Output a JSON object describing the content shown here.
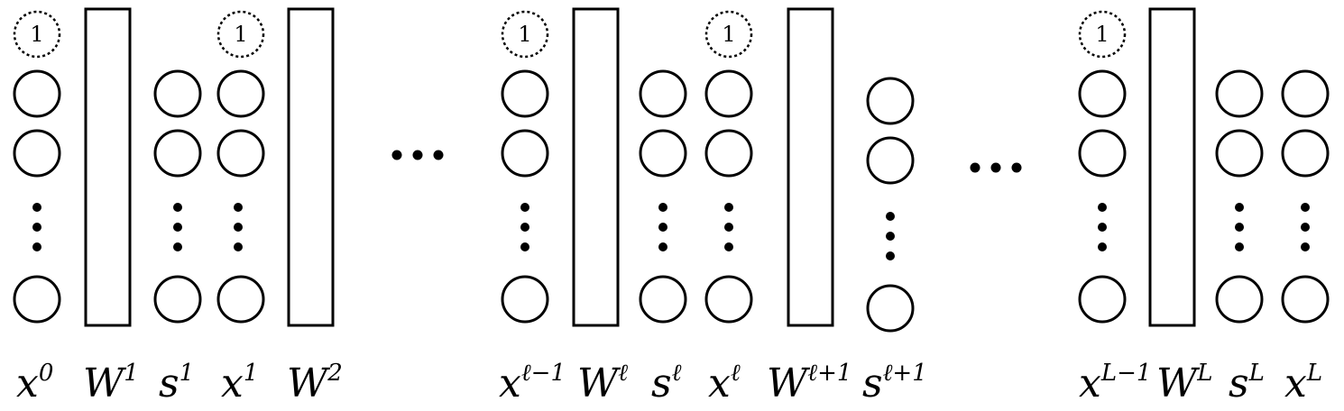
{
  "bias_value": "1",
  "labels": {
    "x0": {
      "base": "x",
      "sup": "0"
    },
    "W1": {
      "base": "W",
      "sup": "1"
    },
    "s1": {
      "base": "s",
      "sup": "1"
    },
    "x1": {
      "base": "x",
      "sup": "1"
    },
    "W2": {
      "base": "W",
      "sup": "2"
    },
    "xlm1": {
      "base": "x",
      "sup": "ℓ−1"
    },
    "Wl": {
      "base": "W",
      "sup": "ℓ"
    },
    "sl": {
      "base": "s",
      "sup": "ℓ"
    },
    "xl": {
      "base": "x",
      "sup": "ℓ"
    },
    "Wlp1": {
      "base": "W",
      "sup": "ℓ+1"
    },
    "slp1": {
      "base": "s",
      "sup": "ℓ+1"
    },
    "xLm1": {
      "base": "x",
      "sup": "L−1"
    },
    "WL": {
      "base": "W",
      "sup": "L"
    },
    "sL": {
      "base": "s",
      "sup": "L"
    },
    "xL": {
      "base": "x",
      "sup": "L"
    }
  }
}
